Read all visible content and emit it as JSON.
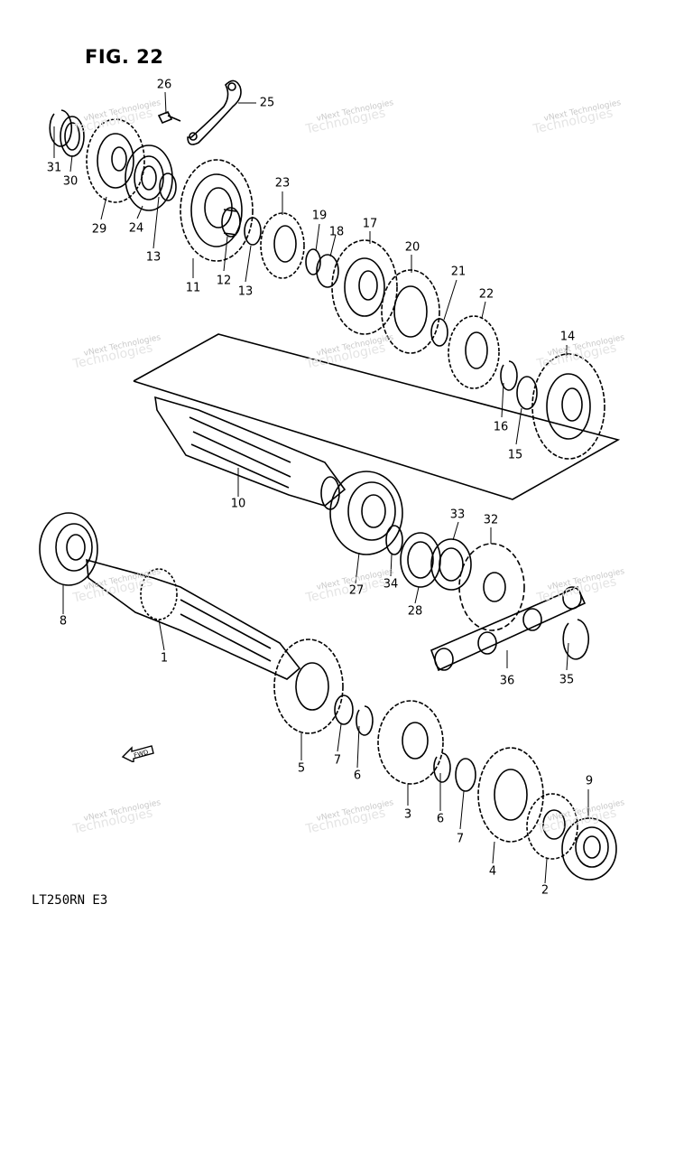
{
  "figure": {
    "title": "FIG. 22",
    "model_code": "LT250RN  E3"
  },
  "direction_marker": "FWD",
  "watermark": {
    "text": "vNext Technologies",
    "shadow_text": "Technologies"
  },
  "callouts": {
    "p1": "1",
    "p2": "2",
    "p3": "3",
    "p4": "4",
    "p5": "5",
    "p6a": "6",
    "p6b": "6",
    "p7a": "7",
    "p7b": "7",
    "p8": "8",
    "p9": "9",
    "p10": "10",
    "p11": "11",
    "p12": "12",
    "p13a": "13",
    "p13b": "13",
    "p14": "14",
    "p15": "15",
    "p16": "16",
    "p17": "17",
    "p18": "18",
    "p19": "19",
    "p20": "20",
    "p21": "21",
    "p22": "22",
    "p23": "23",
    "p24": "24",
    "p25": "25",
    "p26": "26",
    "p27": "27",
    "p28": "28",
    "p29": "29",
    "p30": "30",
    "p31": "31",
    "p32": "32",
    "p33": "33",
    "p34": "34",
    "p35": "35",
    "p36": "36"
  }
}
